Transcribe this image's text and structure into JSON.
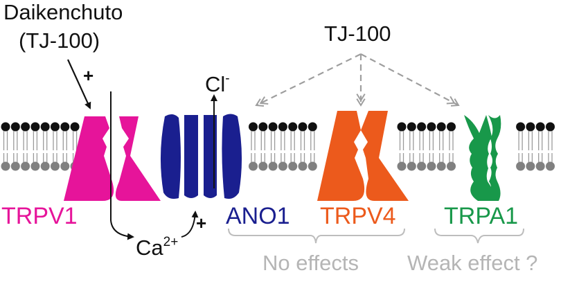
{
  "drug": {
    "name": "Daikenchuto",
    "code": "(TJ-100)",
    "code_right": "TJ-100"
  },
  "channels": [
    {
      "label": "TRPV1",
      "color": "#e6149a"
    },
    {
      "label": "ANO1",
      "color": "#1a1f8f"
    },
    {
      "label": "TRPV4",
      "color": "#ec5a1c"
    },
    {
      "label": "TRPA1",
      "color": "#18984a"
    }
  ],
  "ions": {
    "chloride": {
      "symbol": "Cl",
      "charge": "-"
    },
    "calcium": {
      "symbol": "Ca",
      "charge": "2+"
    }
  },
  "signs": {
    "activation": "+",
    "calcium_activation": "+"
  },
  "notes": {
    "no_effects": "No effects",
    "weak_effect": "Weak effect ?"
  },
  "colors": {
    "head_top": "#111111",
    "head_bottom": "#808080",
    "tail": "#9a9a9a",
    "dashed_arrow": "#9e9e9e",
    "arrow": "#111111",
    "brace": "#bdbdbd"
  }
}
